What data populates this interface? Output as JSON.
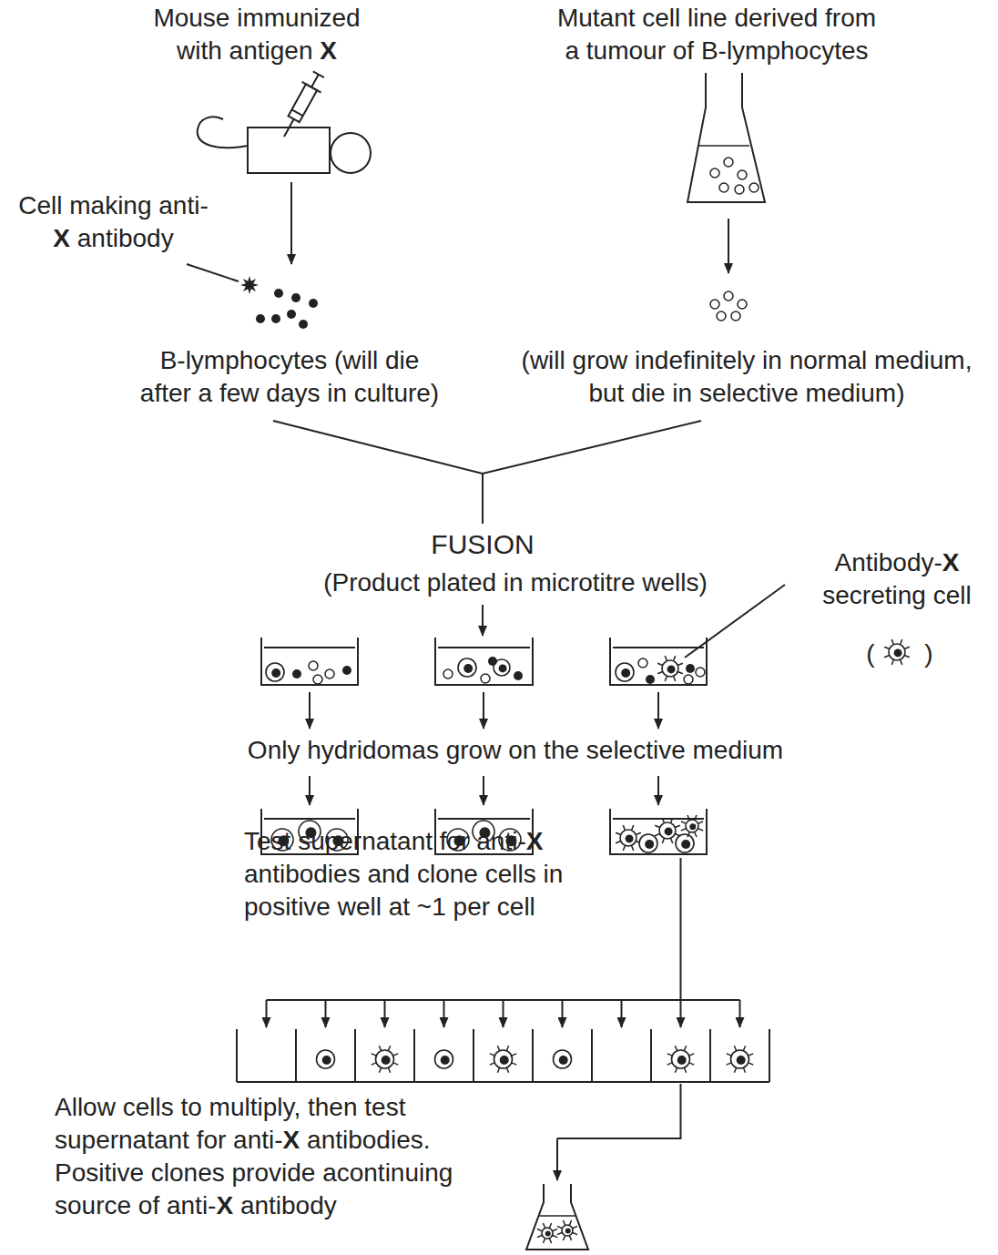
{
  "diagram": {
    "labels": [
      "Mouse immunized with antigen X",
      "Mutant cell line derived from a tumour of B-lymphocytes",
      "Cell making anti- X antibody",
      "B-lymphocytes (will die after a few days in culture)",
      "(will grow indefinitely in normal medium, but die in selective medium)",
      "FUSION",
      "(Product plated in microtitre wells)",
      "Antibody-X secreting cell",
      "(",
      ")",
      "Only hydridomas grow on the selective medium",
      "Test supernatant for anti-X antibodies and clone cells in positive well at ~1 per cell",
      "Allow cells to multiply, then test supernatant for anti-X antibodies. Positive clones provide acontinuing source of anti-X antibody"
    ]
  }
}
